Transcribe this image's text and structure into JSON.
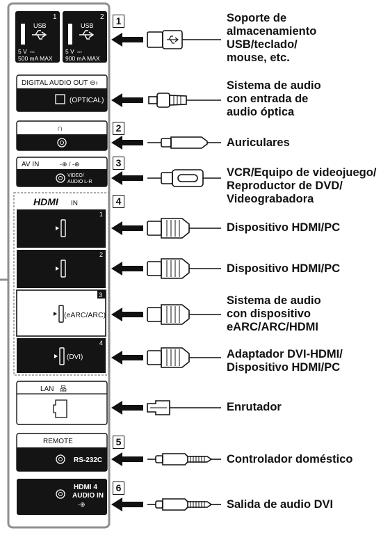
{
  "colors": {
    "panel": "#141414",
    "frame": "#8f8f8f",
    "ink": "#111111",
    "white": "#ffffff"
  },
  "ports": {
    "usb": {
      "label": "USB",
      "n1": "1",
      "n2": "2",
      "v1": "5 V",
      "ma1": "500 mA MAX",
      "v2": "5 V",
      "ma2": "900 mA MAX",
      "dc": "⎓"
    },
    "optical": {
      "title": "DIGITAL AUDIO OUT ⊖›",
      "label": "(OPTICAL)"
    },
    "headphone": {
      "symbol": "∩"
    },
    "avin": {
      "title": "AV IN",
      "sym": "-⊕ / -⊕",
      "label1": "VIDEO/",
      "label2": "AUDIO L-R"
    },
    "hdmi": {
      "logo": "HDMI",
      "in": "IN",
      "n1": "1",
      "n2": "2",
      "n3": "3",
      "n4": "4",
      "earc": "(eARC/ARC)",
      "dvi": "(DVI)"
    },
    "lan": {
      "title": "LAN",
      "sym": "品"
    },
    "remote": {
      "title": "REMOTE",
      "label": "RS-232C"
    },
    "hdmi4audio": {
      "line1": "HDMI 4",
      "line2": "AUDIO IN",
      "sym": "-⊕"
    }
  },
  "step_numbers": [
    "1",
    "2",
    "3",
    "4",
    "5",
    "6"
  ],
  "devices": {
    "usb": "Soporte de\nalmacenamiento\nUSB/teclado/\nmouse, etc.",
    "optical": "Sistema de audio\ncon entrada de\naudio óptica",
    "headphones": "Auriculares",
    "vcr": "VCR/Equipo de videojuego/\nReproductor de DVD/\nVideograbadora",
    "hdmi1": "Dispositivo HDMI/PC",
    "hdmi2": "Dispositivo HDMI/PC",
    "hdmi3": "Sistema de audio\ncon dispositivo\neARC/ARC/HDMI",
    "hdmi4": "Adaptador DVI-HDMI/\nDispositivo HDMI/PC",
    "lan": "Enrutador",
    "rs232": "Controlador doméstico",
    "dvi_audio": "Salida de audio DVI"
  }
}
